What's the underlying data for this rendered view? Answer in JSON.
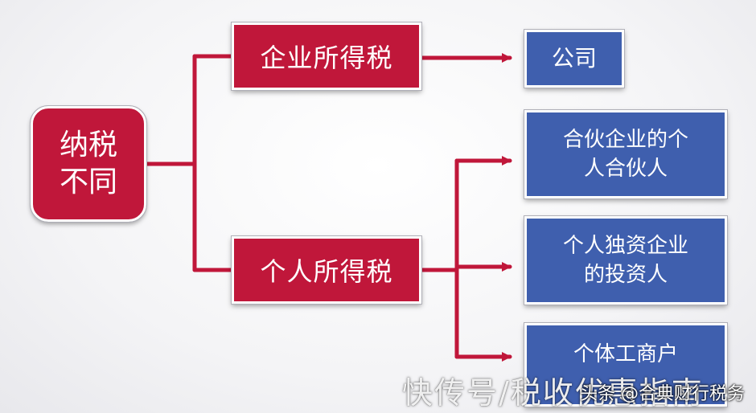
{
  "diagram": {
    "root": {
      "line1": "纳税",
      "line2": "不同"
    },
    "corporate_tax": "企业所得税",
    "individual_tax": "个人所得税",
    "company": "公司",
    "partnership": {
      "line1": "合伙企业的个",
      "line2": "人合伙人"
    },
    "sole_proprietorship": {
      "line1": "个人独资企业",
      "line2": "的投资人"
    },
    "individual_business": "个体工商户"
  },
  "watermark": {
    "main": "快传号/税收优惠指南",
    "credit": "头条 @合典财行税务"
  },
  "colors": {
    "red": "#c0173a",
    "blue": "#3f5fae",
    "connector": "#c0173a"
  }
}
